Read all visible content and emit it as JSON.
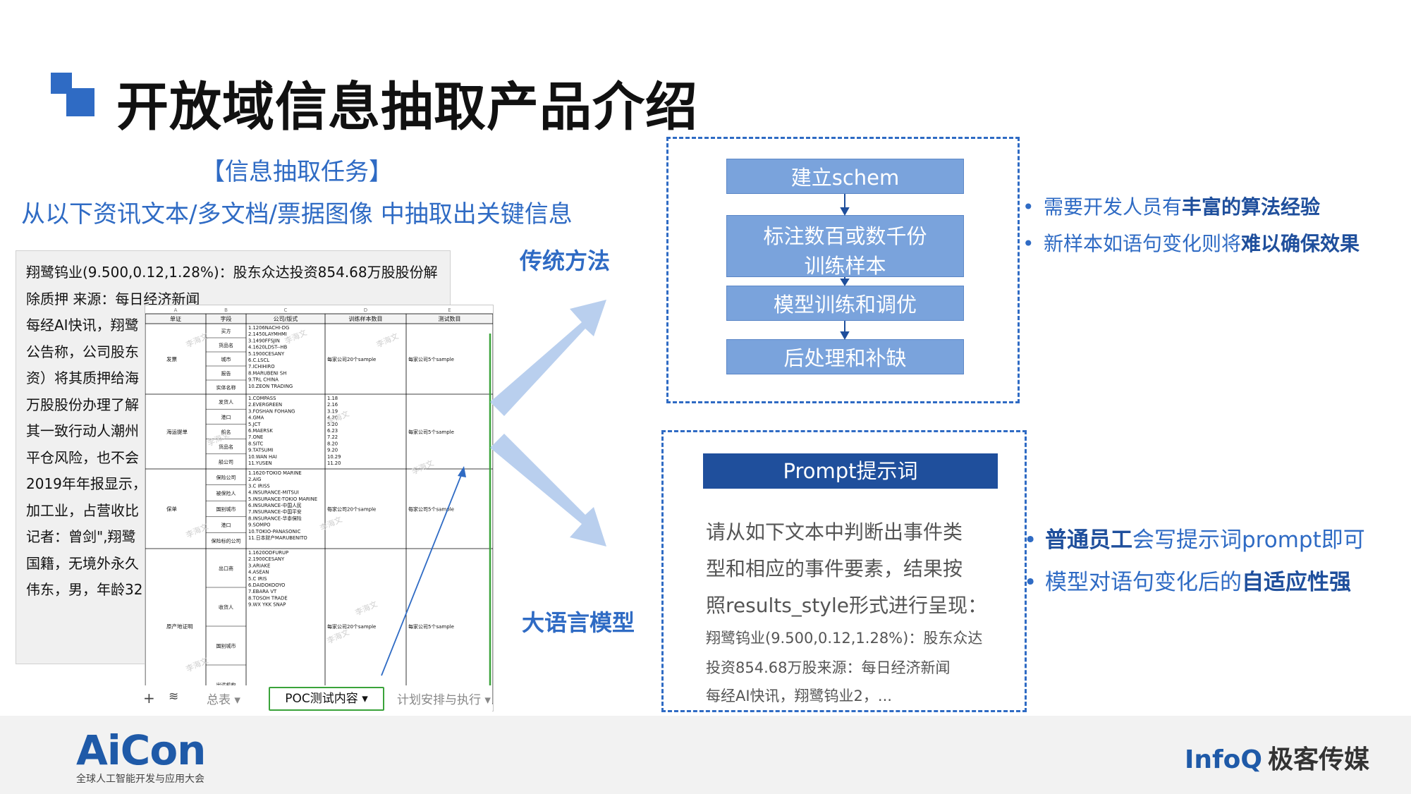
{
  "title": "开放域信息抽取产品介绍",
  "task": {
    "heading": "【信息抽取任务】",
    "description": "从以下资讯文本/多文档/票据图像 中抽取出关键信息"
  },
  "document": {
    "lines": [
      "翔鹭钨业(9.500,0.12,1.28%)：股东众达投资854.68万股股份解",
      "除质押    来源：每日经济新闻",
      "每经AI快讯，翔鹭",
      "公告称，公司股东",
      "资）将其质押给海",
      "万股股份办理了解",
      "其一致行动人潮州",
      "平仓风险，也不会",
      "2019年年报显示，",
      "加工业，占营收比",
      "记者：曾剑\",翔鹭",
      "国籍，无境外永久",
      "伟东，男，年龄32"
    ]
  },
  "sheet": {
    "col_letters": [
      "A",
      "B",
      "C",
      "D",
      "E"
    ],
    "headers": [
      "单证",
      "字段",
      "公司/版式",
      "训练样本数目",
      "测试数目"
    ],
    "groups": [
      {
        "doc_type": "发票",
        "fields": [
          "买方",
          "货品名",
          "城市",
          "报告",
          "实体名称"
        ],
        "companies": [
          "1.1206NACHI-DG",
          "2.1450LAYMHMI",
          "3.1490FFSJIN",
          "4.1620LDST--HB",
          "5.1900CESANY",
          "6.C.LSCL",
          "7.ICHIHIRO",
          "8.MARUBENI SH",
          "9.TRL CHINA",
          "10.ZEON TRADING"
        ],
        "train": "每家公司20个sample",
        "test": "每家公司5个sample"
      },
      {
        "doc_type": "海运提单",
        "fields": [
          "发货人",
          "港口",
          "船名",
          "货品名",
          "船公司"
        ],
        "companies": [
          "1.COMPASS",
          "2.EVERGREEN",
          "3.FOSHAN FOHANG",
          "4.GMA",
          "5.JCT",
          "6.MAERSK",
          "7.ONE",
          "8.SITC",
          "9.TATSUMI",
          "10.WAN HAI",
          "11.YUSEN"
        ],
        "train_list": [
          "1.18",
          "2.16",
          "3.19",
          "4.20",
          "5.20",
          "6.23",
          "7.22",
          "8.20",
          "9.20",
          "10.29",
          "11.20"
        ],
        "test": "每家公司5个sample"
      },
      {
        "doc_type": "保单",
        "fields": [
          "保险公司",
          "被保险人",
          "国别城市",
          "港口",
          "保险标的公司"
        ],
        "companies": [
          "1.1620-TOKIO MARINE",
          "2.AIG",
          "3.C IRISS",
          "4.INSURANCE-MITSUI",
          "5.INSURANCE-TOKIO MARINE",
          "6.INSURANCE-中国人民",
          "7.INSURANCE-中国平安",
          "8.INSURANCE-华泰保险",
          "9.SOMPO",
          "10.TOKIO-PANASONIC",
          "11.日本财产MARUBENITO"
        ],
        "train": "每家公司20个sample",
        "test": "每家公司5个sample"
      },
      {
        "doc_type": "原产地证明",
        "fields": [
          "出口商",
          "收货人",
          "国别城市",
          "出运机构"
        ],
        "companies": [
          "1.1620ODFURUP",
          "2.1900CESANY",
          "3.ARIAKE",
          "4.ASEAN",
          "5.C IRIS",
          "6.DAIDOKOOYO",
          "7.EBARA VT",
          "8.TOSOH TRADE",
          "9.WX YKK SNAP"
        ],
        "train": "每家公司20个sample",
        "test": "每家公司5个sample"
      }
    ],
    "watermark": "李海文",
    "tabs": {
      "add": "+",
      "layers": "≋",
      "summary": "总表",
      "active": "POC测试内容",
      "plan": "计划安排与执行",
      "caret": "▾"
    }
  },
  "methods": {
    "traditional": "传统方法",
    "llm": "大语言模型"
  },
  "traditional_flow": {
    "steps": [
      "建立schem",
      "标注数百或数千份",
      "训练样本",
      "模型训练和调优",
      "后处理和补缺"
    ]
  },
  "traditional_bullets": [
    {
      "prefix": "需要开发人员有",
      "bold": "丰富的算法经验",
      "suffix": ""
    },
    {
      "prefix": "新样本如语句变化则将",
      "bold": "难以确保效果",
      "suffix": ""
    }
  ],
  "prompt_box": {
    "header": "Prompt提示词",
    "lines_large": [
      "请从如下文本中判断出事件类",
      "型和相应的事件要素，结果按",
      "照results_style形式进行呈现："
    ],
    "lines_small": [
      "翔鹭钨业(9.500,0.12,1.28%)：股东众达",
      "投资854.68万股来源：每日经济新闻",
      "每经AI快讯，翔鹭钨业2，..."
    ]
  },
  "llm_bullets": [
    {
      "prefix": "",
      "bold": "普通员工",
      "suffix": "会写提示词prompt即可"
    },
    {
      "prefix": "模型对语句变化后的",
      "bold": "自适应性强",
      "suffix": ""
    }
  ],
  "bullet_symbol": "•",
  "footer": {
    "aicon": "AiCon",
    "aicon_sub": "全球人工智能开发与应用大会",
    "infoq": "InfoQ",
    "infoq_cn": "极客传媒"
  },
  "colors": {
    "accent": "#2f6bc4",
    "dark_accent": "#1f4f9c",
    "step_fill": "#7aa3dc",
    "arrow": "#b9cfee",
    "sheet_green": "#3aa33a"
  }
}
